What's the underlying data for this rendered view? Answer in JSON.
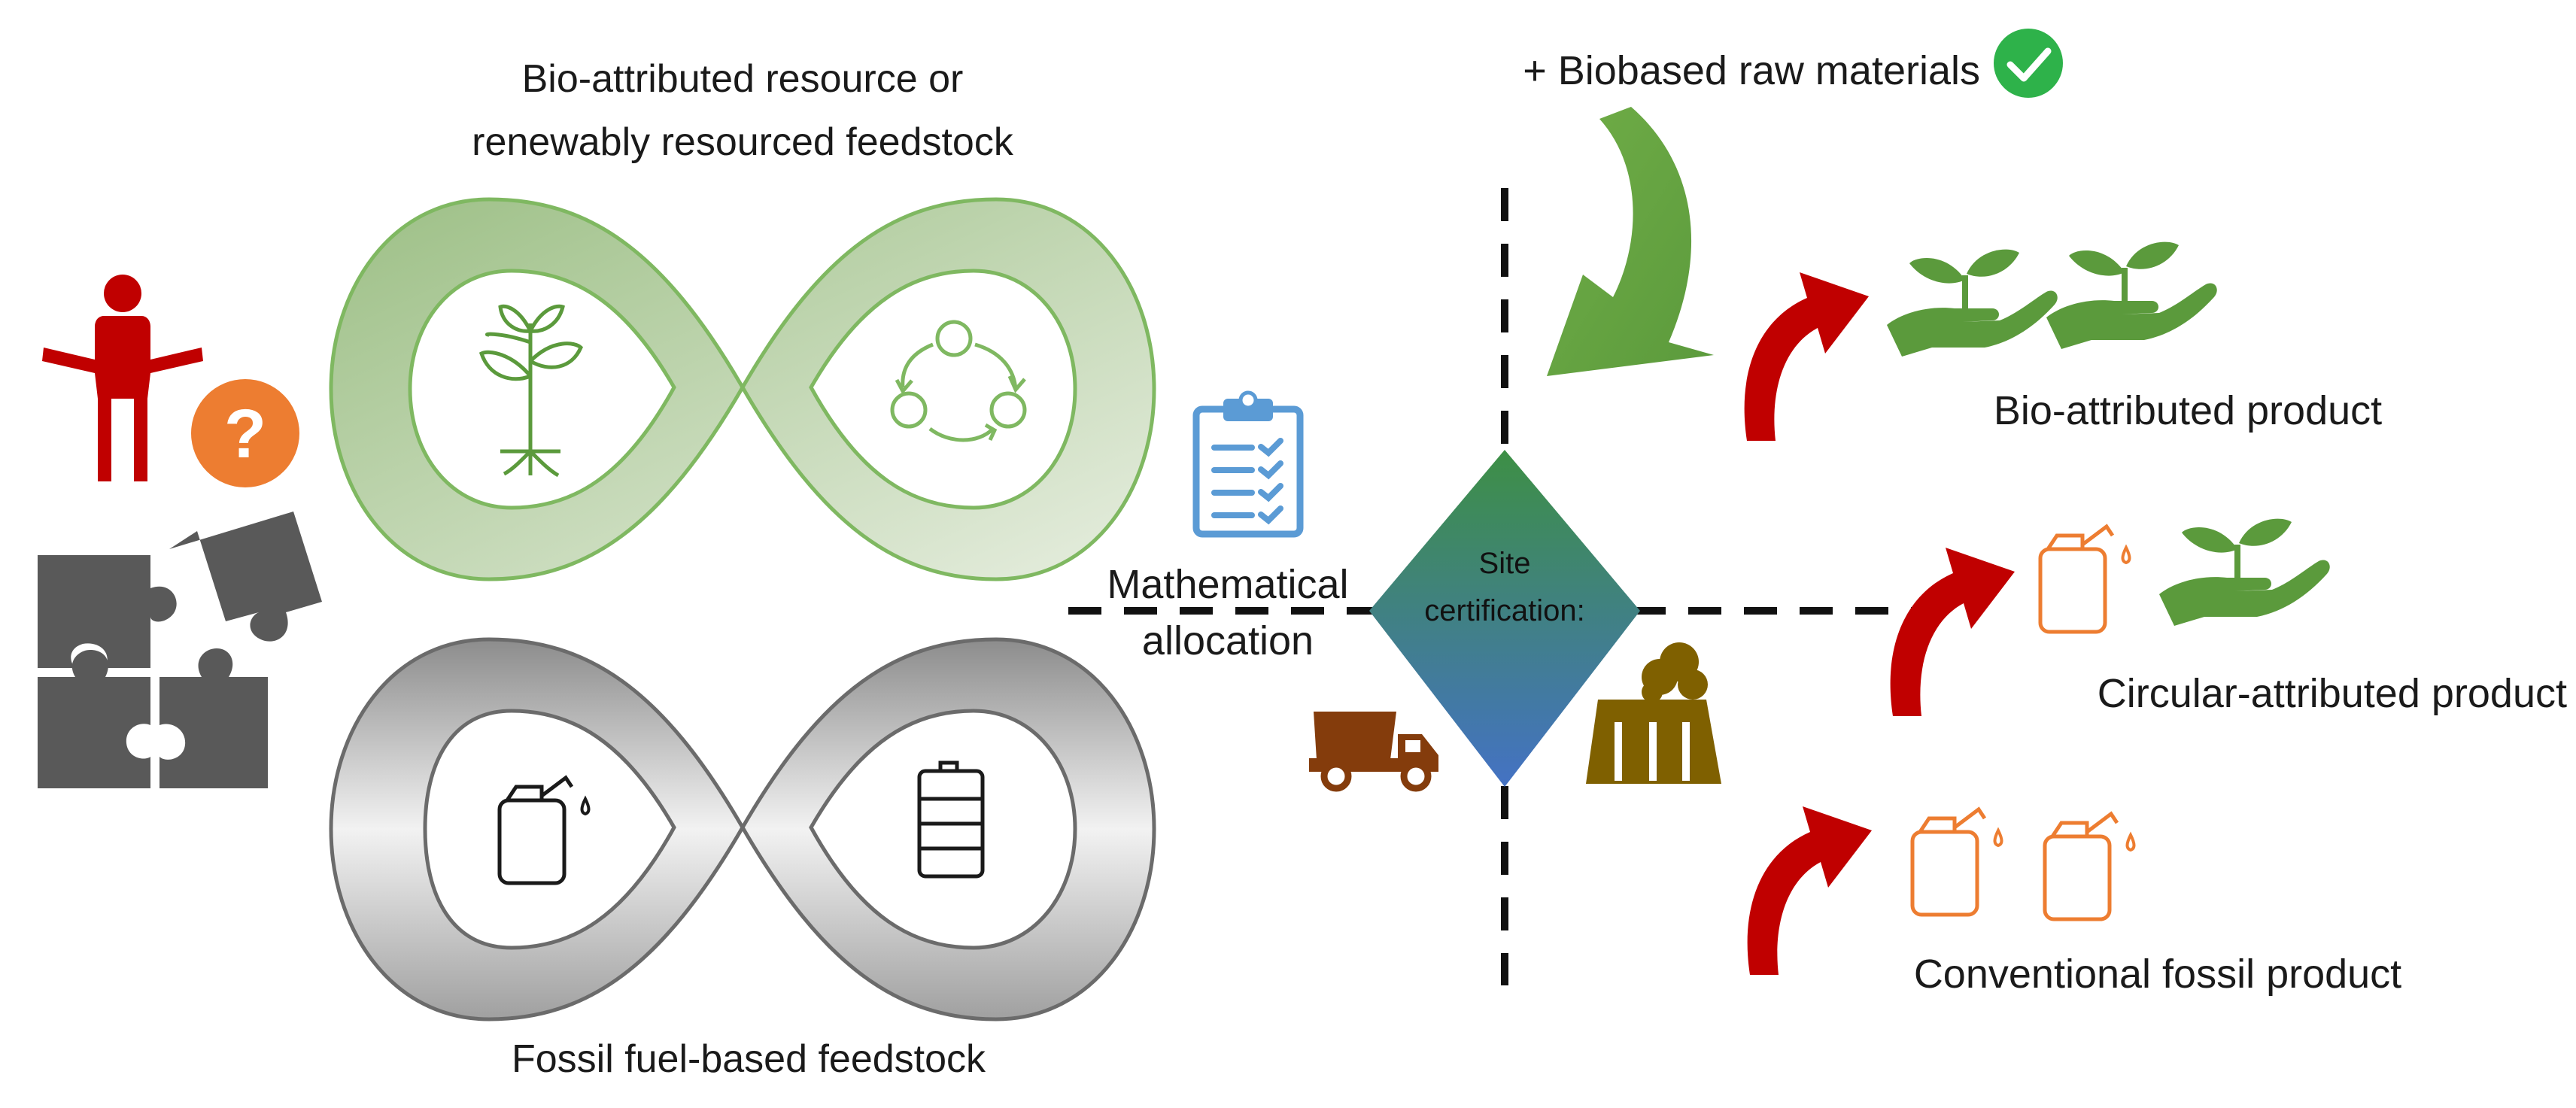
{
  "labels": {
    "bio_loop_title_line1": "Bio-attributed resource or",
    "bio_loop_title_line2": "renewably resourced feedstock",
    "fossil_loop_title": "Fossil fuel-based feedstock",
    "biobased_raw": "+ Biobased raw materials",
    "math_line1": "Mathematical",
    "math_line2": "allocation",
    "site_line1": "Site",
    "site_line2": "certification:",
    "out_bio": "Bio-attributed product",
    "out_circular": "Circular-attributed product",
    "out_conventional": "Conventional fossil product"
  },
  "icons": {
    "person": "person-shrug-icon",
    "question": "question-mark-icon",
    "puzzle": "puzzle-pieces-icon",
    "plant": "sprout-icon",
    "recycle": "cycle-arrows-icon",
    "jerrycan": "jerrycan-icon",
    "barrel": "oil-barrel-icon",
    "clipboard": "checklist-clipboard-icon",
    "check": "check-circle-icon",
    "truck": "dump-truck-icon",
    "factory": "factory-smoke-icon",
    "hand_plant": "hand-with-plant-icon",
    "arrow": "curved-arrow-icon"
  },
  "colors": {
    "bio_green": "#5b9a3c",
    "light_green": "#7fb861",
    "loop_green_dark": "#9cbf85",
    "loop_green_light": "#e7eee0",
    "fossil_gray_dark": "#8c8c8c",
    "fossil_gray_light": "#f2f2f2",
    "person_red": "#c00000",
    "question_orange": "#ed7d31",
    "puzzle_gray": "#595959",
    "clipboard_blue": "#5b9bd5",
    "check_green": "#2eb24a",
    "arrow_red": "#c00000",
    "arrow_green": "#70ad47",
    "diamond_top": "#3d8f45",
    "diamond_bottom": "#4472c4",
    "truck_brown": "#843c0c",
    "factory_brown": "#7f6000",
    "can_orange": "#ed7d31"
  }
}
